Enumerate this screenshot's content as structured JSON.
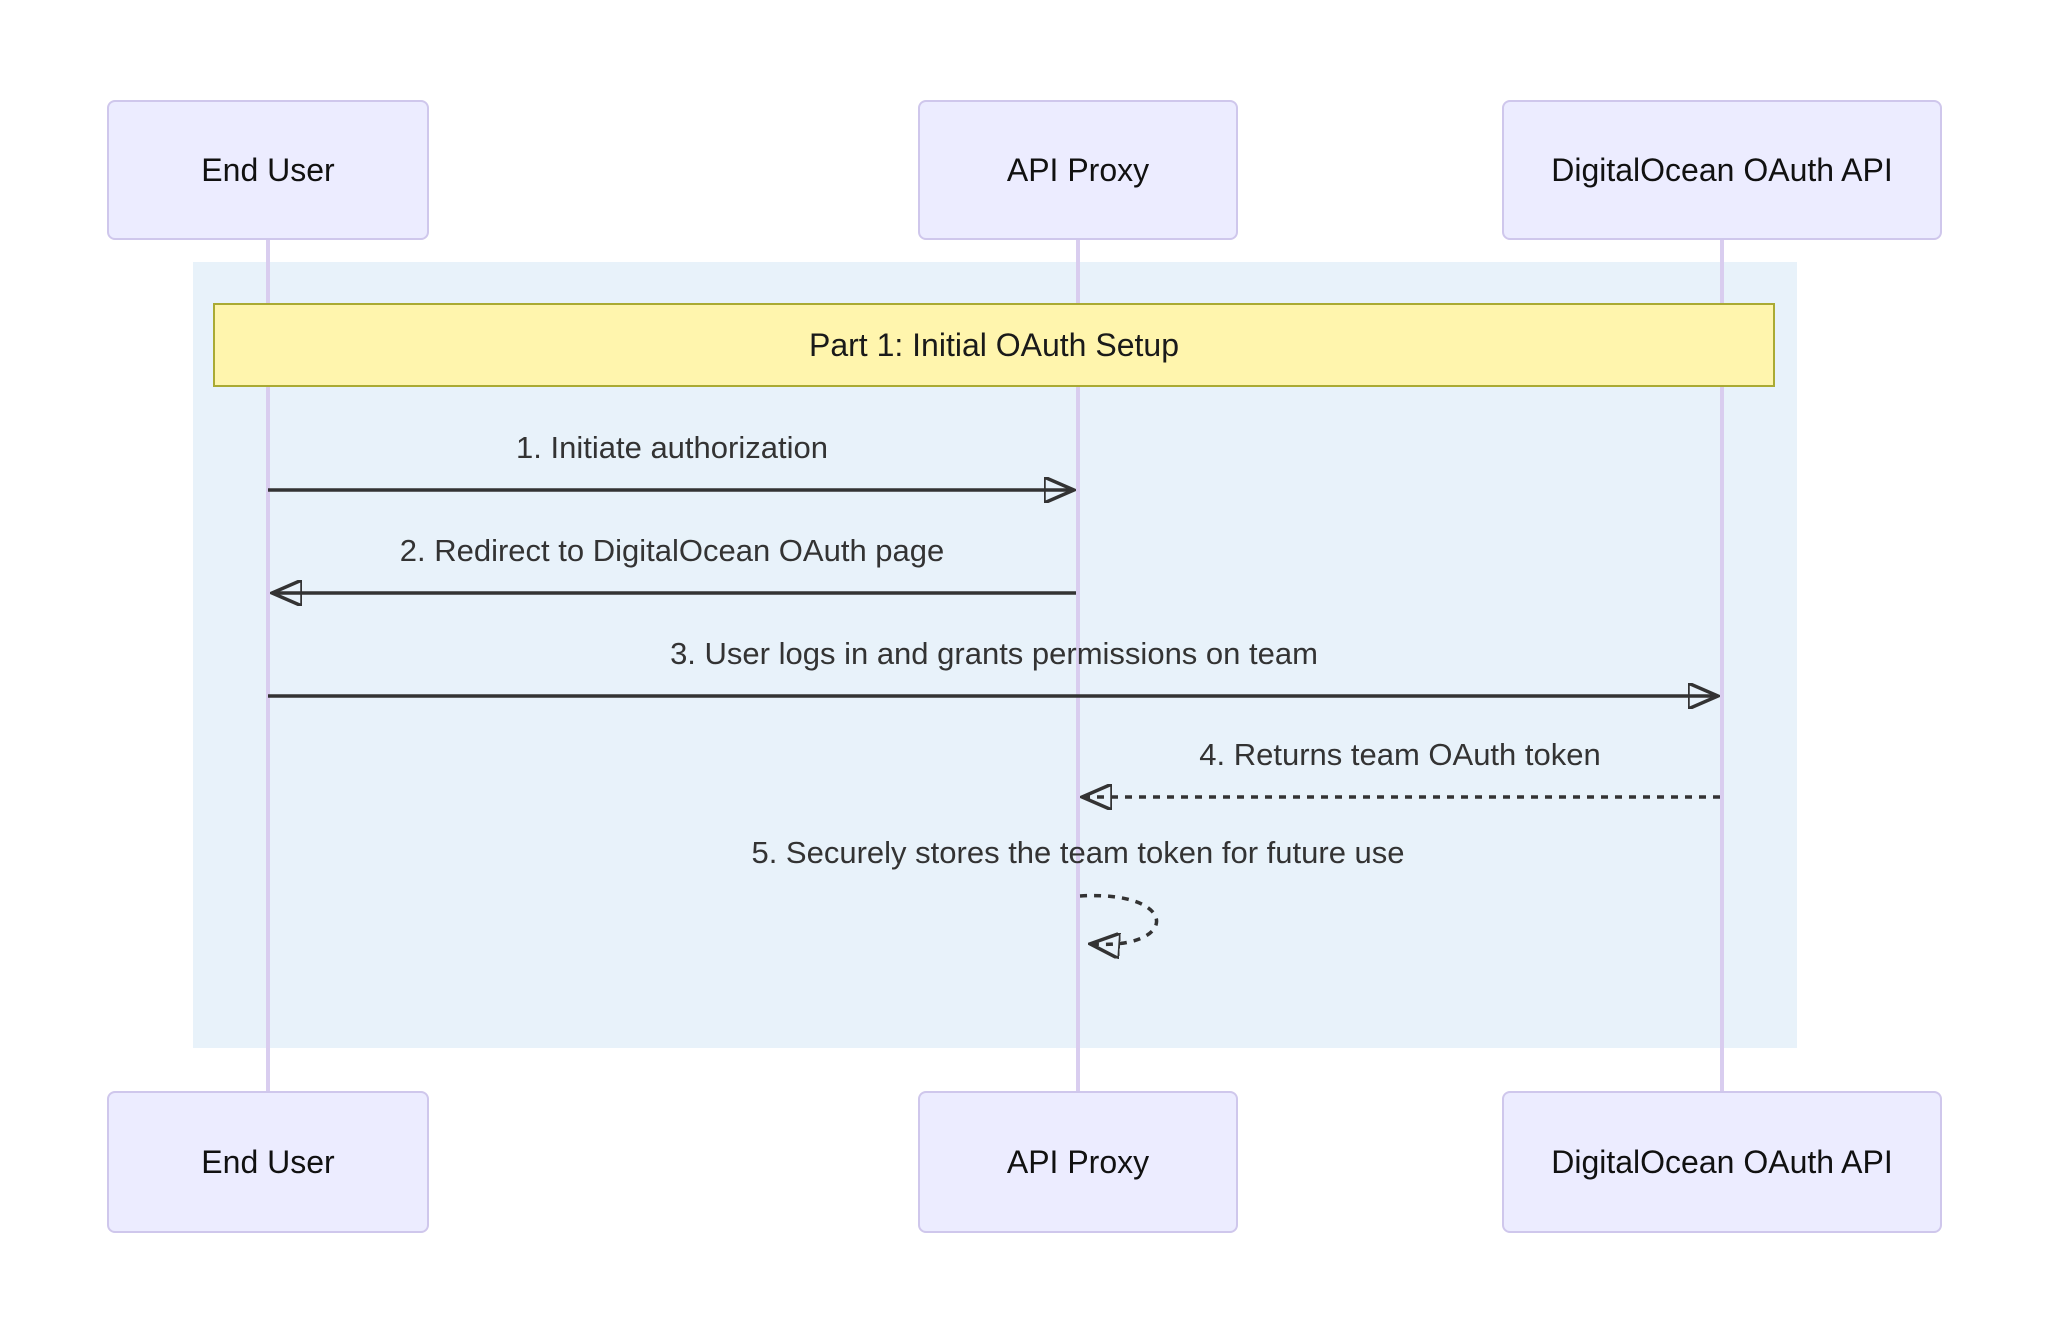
{
  "diagram": {
    "title_note": {
      "label": "Part 1: Initial OAuth Setup"
    },
    "actors": [
      {
        "name": "End User"
      },
      {
        "name": "API Proxy"
      },
      {
        "name": "DigitalOcean OAuth API"
      }
    ],
    "messages": [
      {
        "label": "1. Initiate authorization",
        "from": "End User",
        "to": "API Proxy",
        "line": "solid"
      },
      {
        "label": "2. Redirect to DigitalOcean OAuth page",
        "from": "API Proxy",
        "to": "End User",
        "line": "solid"
      },
      {
        "label": "3. User logs in and grants permissions on team",
        "from": "End User",
        "to": "DigitalOcean OAuth API",
        "line": "solid"
      },
      {
        "label": "4. Returns team OAuth token",
        "from": "DigitalOcean OAuth API",
        "to": "API Proxy",
        "line": "dotted"
      },
      {
        "label": "5. Securely stores the team token for future use",
        "from": "API Proxy",
        "to": "API Proxy",
        "line": "dotted-self-loop"
      }
    ],
    "colors": {
      "actor_fill": "#ECECFF",
      "actor_border": "#CFC7EC",
      "lifeline": "#D9CDEF",
      "background_rect": "#E8F2FA",
      "note_fill": "#FFF5AD",
      "note_border": "#AAAA33",
      "arrow": "#333333"
    }
  }
}
